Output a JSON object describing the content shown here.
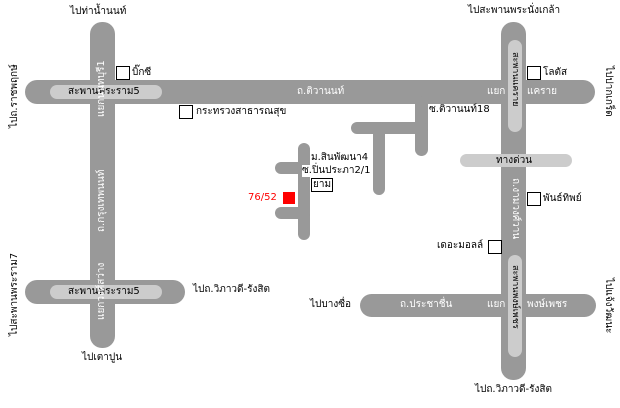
{
  "labels": {
    "to_tha_nam_non": "ไปท่าน้ำนนท์",
    "to_ratchaphruek": "ไปถ.ราชพฤกษ์",
    "to_rama7_bridge": "ไปสะพานพระราม7",
    "to_tao_pun": "ไปเตาปูน",
    "to_vibhavadi_1": "ไปถ.วิภาวดี-รังสิต",
    "to_vibhavadi_2": "ไปถ.วิภาวดี-รังสิต",
    "to_nang_klao": "ไปสะพานพระนั่งเกล้า",
    "to_pak_kret": "ไปปากเกร็ด",
    "to_chaeng_wattana": "ไปแจ้งวัฒนะ",
    "to_bang_sue": "ไปบางซื่อ"
  },
  "roads": {
    "rama5_bridge_top": "สะพานพระราม5",
    "rama5_bridge_bottom": "สะพานพระราม5",
    "tiwanon": "ถ.ติวานนท์",
    "krungthep_non": "ถ.กรุงเทพนนท์",
    "junction_nonthaburi": "แยกนนทบุรี1",
    "junction_wongsawang": "แยกวงศ์สว่าง",
    "junction_khae_rai_left": "แยก",
    "junction_khae_rai_right": "แคราย",
    "khae_rai_bridge": "สะพานแคราย",
    "expressway": "ทางด่วน",
    "ngamwongwan": "ถ.งามวงศ์วาน",
    "pongphet_bridge": "สะพานพงษ์เพชร",
    "prachachuen": "ถ.ประชาชื่น",
    "junction_pongphet_left": "แยก",
    "junction_pongphet_right": "พงษ์เพชร",
    "soi_tiwanon18": "ซ.ติวานนท์18",
    "moo_sinpattana": "ม.สินพัฒนา4",
    "soi_pinprapa": "ซ.ปิ่นประภา2/1"
  },
  "landmarks": {
    "big_c": "บิ๊กซี",
    "ministry": "กระทรวงสาธารณสุข",
    "lotus": "โลตัส",
    "guard": "ยาม",
    "pantip": "พันธ์ทิพย์",
    "the_mall": "เดอะมอลล์"
  },
  "destination": {
    "address": "76/52",
    "color": "#ff0000"
  },
  "colors": {
    "road": "#999999",
    "bridge": "#cccccc"
  }
}
